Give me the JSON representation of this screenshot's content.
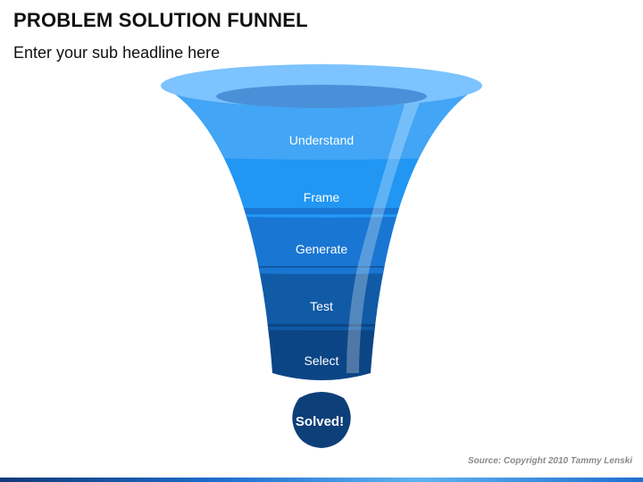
{
  "header": {
    "title": "PROBLEM SOLUTION FUNNEL",
    "subtitle": "Enter your sub headline here"
  },
  "funnel": {
    "stages": [
      {
        "label": "Understand",
        "color": "#42a5f5"
      },
      {
        "label": "Frame",
        "color": "#2196f3"
      },
      {
        "label": "Generate",
        "color": "#1976d2"
      },
      {
        "label": "Test",
        "color": "#115aa6"
      },
      {
        "label": "Select",
        "color": "#0c4585"
      }
    ],
    "rim_color": "#7cc3ff",
    "result": {
      "label": "Solved!",
      "color": "#0d3f78"
    }
  },
  "footer": {
    "source": "Source: Copyright 2010 Tammy Lenski"
  }
}
